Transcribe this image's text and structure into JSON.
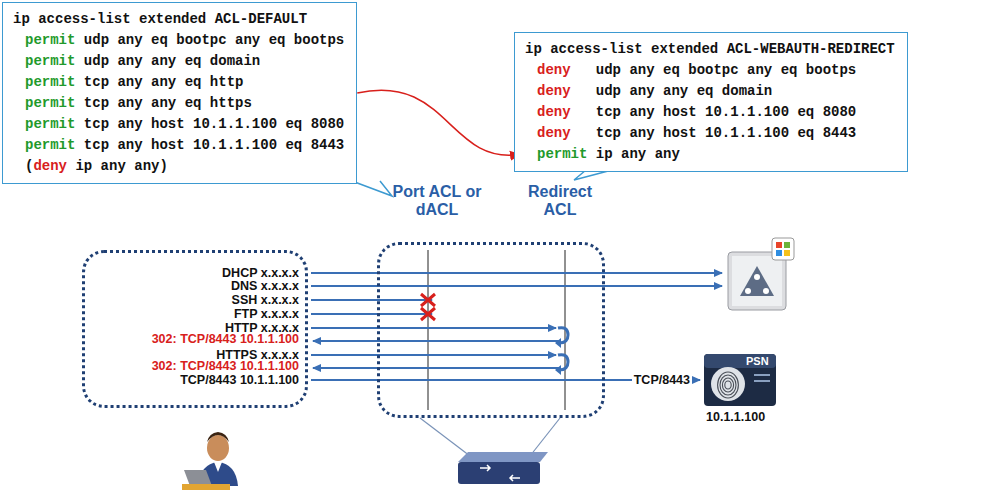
{
  "diagram": {
    "nodes": [
      {
        "text": [
          "ip access-list extended ACL-DEFAULT",
          "permit udp any eq bootpc any eq bootps",
          "permit udp any any eq domain",
          "permit tcp any any eq http",
          "permit tcp any any eq https",
          "permit tcp any host 10.1.1.100 eq 8080",
          "permit tcp any host 10.1.1.100 eq 8443",
          "(deny ip any any)"
        ]
      },
      {
        "text": [
          "ip access-list extended ACL-WEBAUTH-REDIRECT",
          "deny   udp any eq bootpc any eq bootps",
          "deny   udp any any eq domain",
          "deny   tcp any host 10.1.1.100 eq 8080",
          "deny   tcp any host 10.1.1.100 eq 8443",
          "permit ip any any"
        ]
      },
      {
        "text": [
          "DHCP x.x.x.x",
          "DNS x.x.x.x",
          "SSH x.x.x.x",
          "FTP x.x.x.x",
          "HTTP x.x.x.x",
          "302: TCP/8443 10.1.1.100",
          "HTTPS x.x.x.x",
          "302: TCP/8443 10.1.1.100",
          "TCP/8443 10.1.1.100"
        ]
      },
      {
        "text": [
          "Port ACL or dACL",
          "Redirect ACL"
        ]
      },
      {
        "text": [
          "PSN",
          "10.1.1.100"
        ]
      }
    ],
    "edges": [
      {
        "from": 0,
        "to": 1,
        "arrow": "to"
      },
      {
        "from": 2,
        "to": 4,
        "arrow": "to",
        "label": "TCP/8443"
      }
    ]
  }
}
